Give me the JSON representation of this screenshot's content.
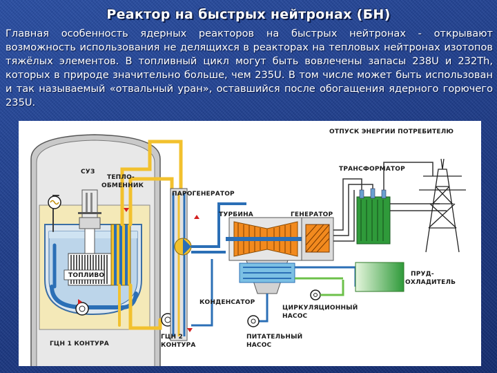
{
  "slide": {
    "title": "Реактор на быстрых нейтронах (БН)",
    "paragraph": "Главная особенность ядерных реакторов на быстрых нейтронах - открывают возможность использования не делящихся в реакторах на тепловых нейтронах изотопов тяжёлых элементов. В топливный цикл могут быть вовлечены запасы 238U и 232Th, которых в природе значительно больше, чем 235U. В том числе может быть использован и так называемый «отвальный уран», оставшийся после обогащения ядерного горючего 235U."
  },
  "diagram": {
    "labels": {
      "energy_to_consumer": "ОТПУСК ЭНЕРГИИ ПОТРЕБИТЕЛЮ",
      "transformer": "ТРАНСФОРМАТОР",
      "suz": "СУЗ",
      "heat_exchanger_1": "ТЕПЛО-",
      "heat_exchanger_2": "ОБМЕННИК",
      "steam_generator": "ПАРОГЕНЕРАТОР",
      "turbine": "ТУРБИНА",
      "generator": "ГЕНЕРАТОР",
      "fuel": "ТОПЛИВО",
      "cooling_pond_1": "ПРУД-",
      "cooling_pond_2": "ОХЛАДИТЕЛЬ",
      "condenser": "КОНДЕНСАТОР",
      "circulation_pump_1": "ЦИРКУЛЯЦИОННЫЙ",
      "circulation_pump_2": "НАСОС",
      "primary_pump": "ГЦН 1 КОНТУРА",
      "secondary_pump_1": "ГЦН 2",
      "secondary_pump_2": "КОНТУРА",
      "feed_pump_1": "ПИТАТЕЛЬНЫЙ",
      "feed_pump_2": "НАСОС"
    },
    "colors": {
      "primary_loop": "#2b6fb6",
      "secondary_loop": "#f2c12e",
      "cooling_loop": "#6cc04a",
      "sodium": "#cfe3f2",
      "generator_core": "#f28a1e",
      "transformer": "#2f9a3a"
    }
  }
}
